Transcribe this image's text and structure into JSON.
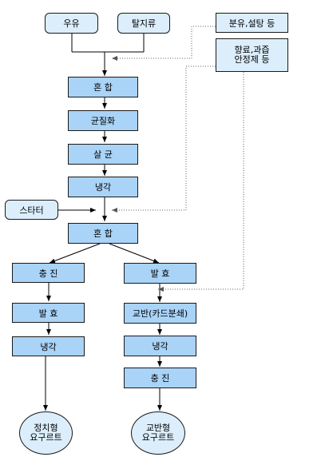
{
  "colors": {
    "process_fill": "#a9d3f7",
    "input_fill": "#dceefc",
    "line": "#000000",
    "dotted_line": "#808080"
  },
  "inputs": {
    "milk": "우유",
    "skim_milk": "탈지류",
    "milk_powder_sugar": "분유,설탕 등",
    "flavor_stabilizer_line1": "향료,과즙",
    "flavor_stabilizer_line2": "안정제 등",
    "starter": "스타터"
  },
  "main_steps": {
    "mixing1": "혼 합",
    "homogenization": "균질화",
    "sterilization": "살 균",
    "cooling": "냉각",
    "mixing2": "혼 합"
  },
  "left_branch": {
    "filling": "충 진",
    "fermentation": "발 효",
    "cooling": "냉각",
    "result_line1": "정치형",
    "result_line2": "요구르트"
  },
  "right_branch": {
    "fermentation": "발 효",
    "stirring": "교반(카드분쇄)",
    "cooling": "냉각",
    "filling": "충 진",
    "result_line1": "교반형",
    "result_line2": "요구르트"
  }
}
